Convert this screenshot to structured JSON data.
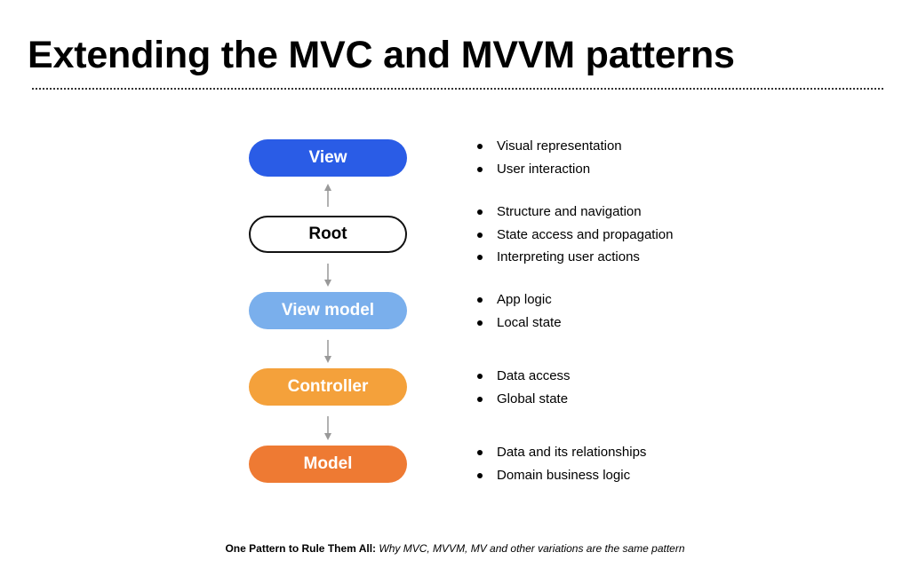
{
  "title": "Extending the MVC and MVVM patterns",
  "layers": [
    {
      "label": "View",
      "bullets": [
        "Visual representation",
        "User interaction"
      ]
    },
    {
      "label": "Root",
      "bullets": [
        "Structure and navigation",
        "State access and propagation",
        "Interpreting user actions"
      ]
    },
    {
      "label": "View model",
      "bullets": [
        "App logic",
        "Local state"
      ]
    },
    {
      "label": "Controller",
      "bullets": [
        "Data access",
        "Global state"
      ]
    },
    {
      "label": "Model",
      "bullets": [
        "Data and its relationships",
        "Domain business logic"
      ]
    }
  ],
  "colors": {
    "view": "#2a5ce6",
    "view_model": "#7aafec",
    "controller": "#f4a13b",
    "model": "#ee7a33",
    "arrow": "#999999"
  },
  "footer": {
    "bold": "One Pattern to Rule Them All:",
    "italic": "Why MVC, MVVM, MV and other variations are the same pattern"
  }
}
